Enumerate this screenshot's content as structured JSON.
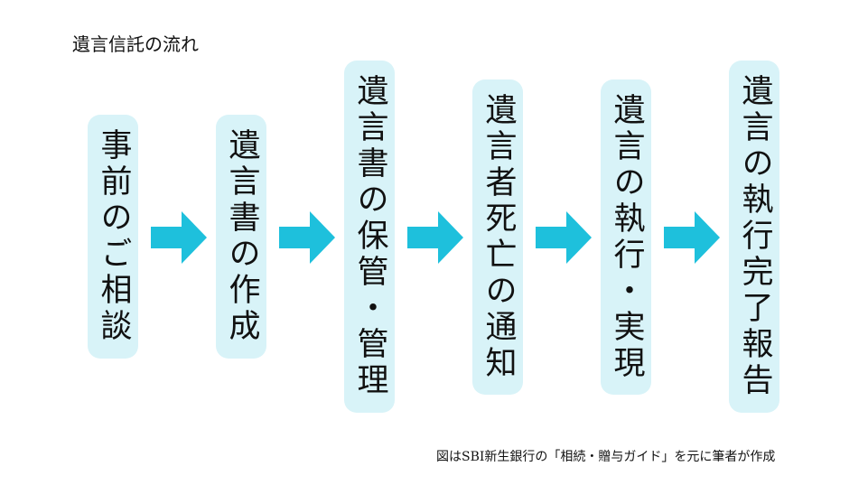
{
  "title": "遺言信託の流れ",
  "steps": [
    {
      "label": "事前のご相談"
    },
    {
      "label": "遺言書の作成"
    },
    {
      "label": "遺言書の保管・管理"
    },
    {
      "label": "遺言者死亡の通知"
    },
    {
      "label": "遺言の執行・実現"
    },
    {
      "label": "遺言の執行完了報告"
    }
  ],
  "caption": "図はSBI新生銀行の「相続・贈与ガイド」を元に筆者が作成",
  "colors": {
    "box": "#d8f3f8",
    "arrow": "#1ec0dc"
  }
}
